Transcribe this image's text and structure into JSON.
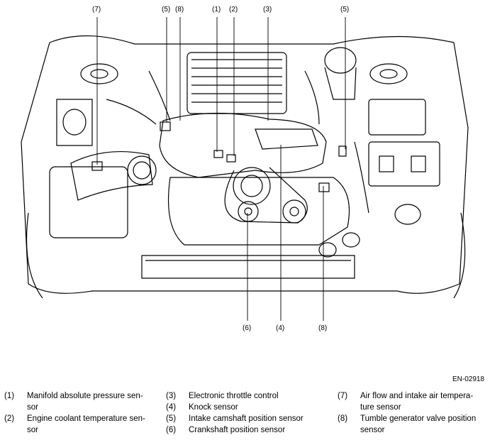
{
  "figure_id": "EN-02918",
  "callouts": {
    "c7": "(7)",
    "c5a": "(5)",
    "c8a": "(8)",
    "c1": "(1)",
    "c2": "(2)",
    "c3": "(3)",
    "c5b": "(5)",
    "c6": "(6)",
    "c4": "(4)",
    "c8b": "(8)"
  },
  "legend": [
    {
      "num": "(1)",
      "text": "Manifold absolute pressure sen-\nsor"
    },
    {
      "num": "(2)",
      "text": "Engine coolant temperature sen-\nsor"
    },
    {
      "num": "(3)",
      "text": "Electronic throttle control"
    },
    {
      "num": "(4)",
      "text": "Knock sensor"
    },
    {
      "num": "(5)",
      "text": "Intake camshaft position sensor"
    },
    {
      "num": "(6)",
      "text": "Crankshaft position sensor"
    },
    {
      "num": "(7)",
      "text": "Air flow and intake air tempera-\nture sensor"
    },
    {
      "num": "(8)",
      "text": "Tumble generator valve position\nsensor"
    }
  ]
}
